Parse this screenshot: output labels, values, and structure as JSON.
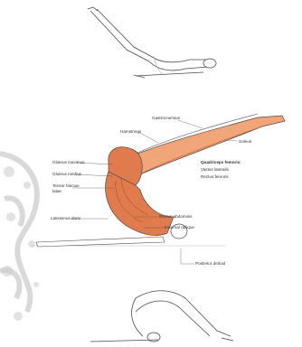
{
  "labels": {
    "gastrocnemius": "Gastrocnemius",
    "hamstrings": "Hamstrings",
    "soleus": "Soleus",
    "gluteus_maximus": "Gluteus maximus",
    "quadriceps_header": "Quadriceps femoris:",
    "vastus_lateralis": "Vastus lateralis",
    "rectus_femoris": "Rectus femoris",
    "gluteus_medius": "Gluteus medius",
    "tensor_fasciae_latae": "Tensor fasciae latae",
    "rectus_abdominis": "Rectus abdominis",
    "external_oblique": "External oblique",
    "latissimus_dorsi": "Latissimus dorsi",
    "posterior_deltoid": "Posterior deltoid"
  },
  "colors": {
    "muscle": "#e07b4e",
    "muscle_light": "#f1a67a",
    "skin_line": "#4a4a4a",
    "leader_line": "#555555",
    "watermark": "#b5b5b5"
  },
  "icons": {
    "watermark": "ornamental-figure-watermark"
  }
}
